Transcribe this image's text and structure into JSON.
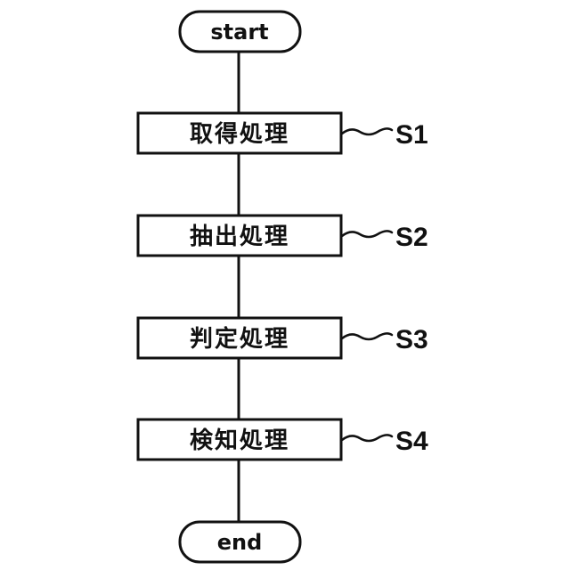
{
  "start_label": "start",
  "end_label": "end",
  "steps": [
    {
      "label": "取得処理",
      "id": "S1"
    },
    {
      "label": "抽出処理",
      "id": "S2"
    },
    {
      "label": "判定処理",
      "id": "S3"
    },
    {
      "label": "検知処理",
      "id": "S4"
    }
  ]
}
